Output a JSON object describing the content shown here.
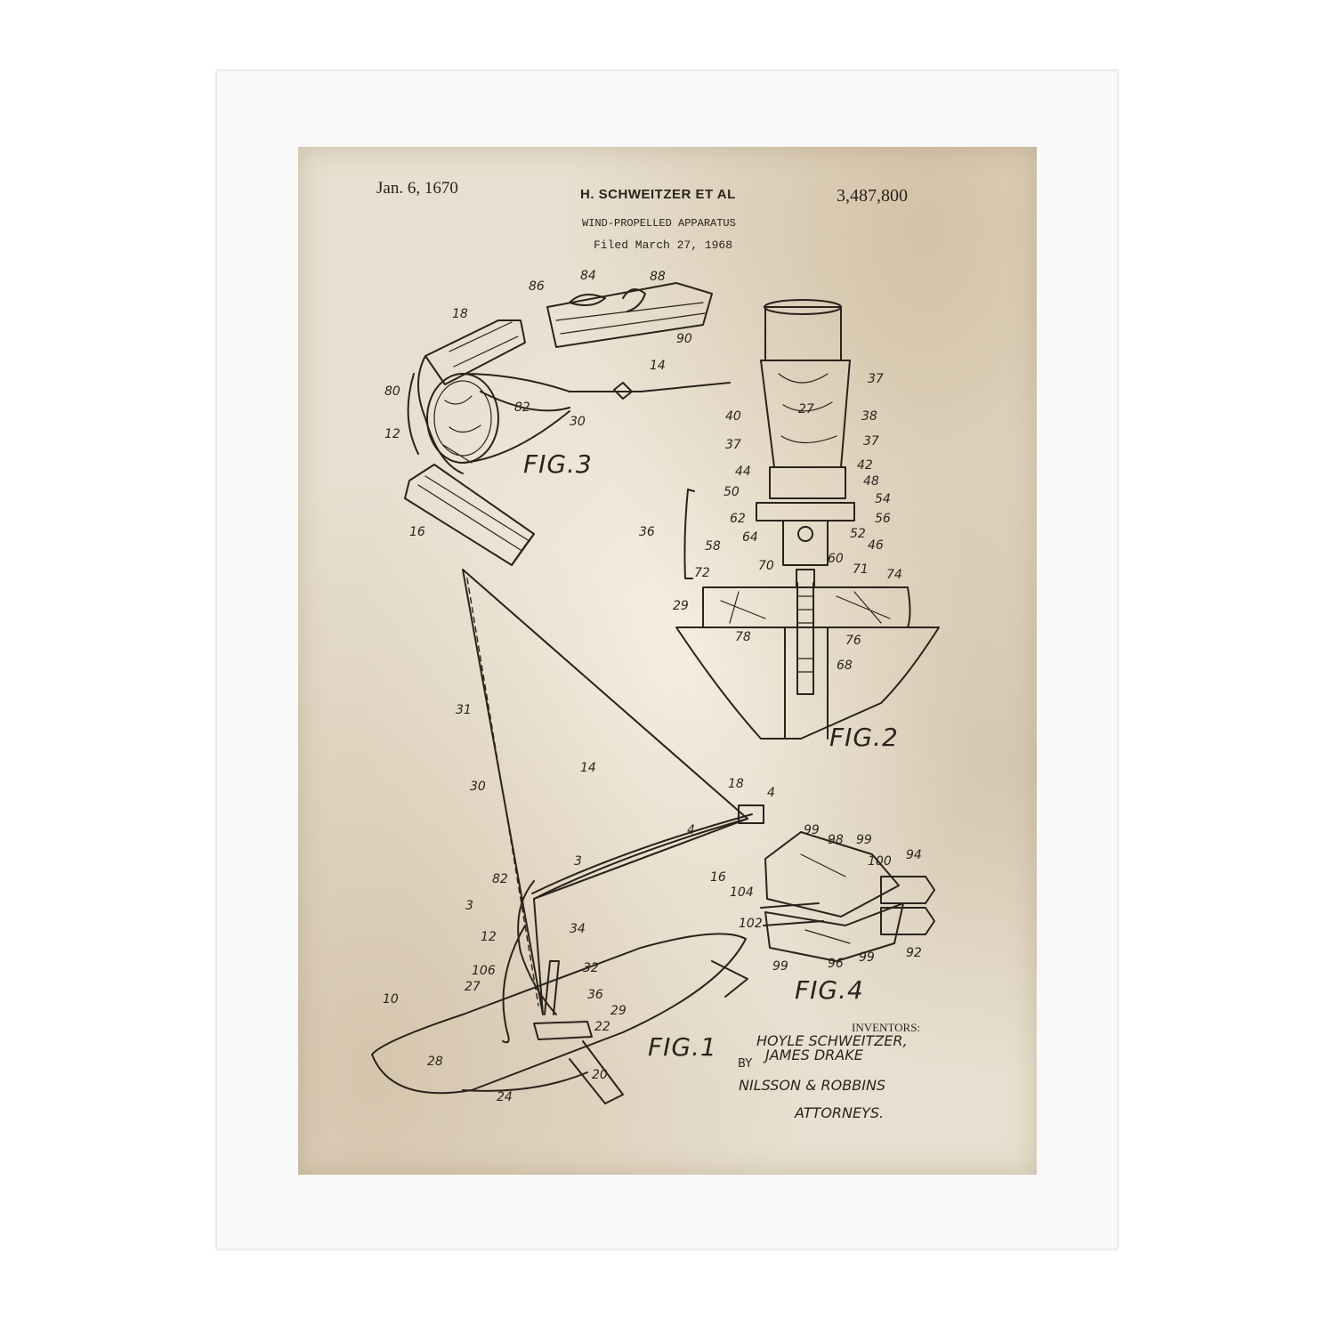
{
  "header": {
    "date": "Jan. 6, 1670",
    "inventor": "H. SCHWEITZER ET AL",
    "title": "WIND-PROPELLED APPARATUS",
    "filed": "Filed March 27, 1968",
    "patent_number": "3,487,800"
  },
  "figures": {
    "fig1": "FIG.1",
    "fig2": "FIG.2",
    "fig3": "FIG.3",
    "fig4": "FIG.4"
  },
  "signature": {
    "inventors_heading": "INVENTORS:",
    "inventor1": "HOYLE SCHWEITZER,",
    "inventor2": "JAMES DRAKE",
    "by": "BY",
    "firm": "NILSSON & ROBBINS",
    "attorneys": "ATTORNEYS."
  },
  "reference_numerals": {
    "n18a": "18",
    "n80": "80",
    "n12a": "12",
    "n16a": "16",
    "n86": "86",
    "n84": "84",
    "n88": "88",
    "n90": "90",
    "n14a": "14",
    "n82a": "82",
    "n30a": "30",
    "n37a": "37",
    "n40": "40",
    "n27a": "27",
    "n38": "38",
    "n37b": "37",
    "n37c": "37",
    "n44": "44",
    "n42": "42",
    "n48": "48",
    "n50": "50",
    "n54": "54",
    "n56": "56",
    "n62": "62",
    "n64": "64",
    "n52": "52",
    "n46": "46",
    "n36a": "36",
    "n58": "58",
    "n60": "60",
    "n70": "70",
    "n71": "71",
    "n72": "72",
    "n74": "74",
    "n29a": "29",
    "n78": "78",
    "n76": "76",
    "n68": "68",
    "n31": "31",
    "n14b": "14",
    "n30b": "30",
    "n18b": "18",
    "n4a": "4",
    "n4b": "4",
    "n16b": "16",
    "n82b": "82",
    "n3a": "3",
    "n3b": "3",
    "n12b": "12",
    "n34": "34",
    "n106": "106",
    "n32": "32",
    "n27b": "27",
    "n36b": "36",
    "n29b": "29",
    "n22": "22",
    "n10": "10",
    "n28": "28",
    "n20": "20",
    "n24": "24",
    "n99a": "99",
    "n98": "98",
    "n99b": "99",
    "n100": "100",
    "n94": "94",
    "n104": "104",
    "n102": "102",
    "n99c": "99",
    "n96": "96",
    "n99d": "99",
    "n92": "92"
  }
}
